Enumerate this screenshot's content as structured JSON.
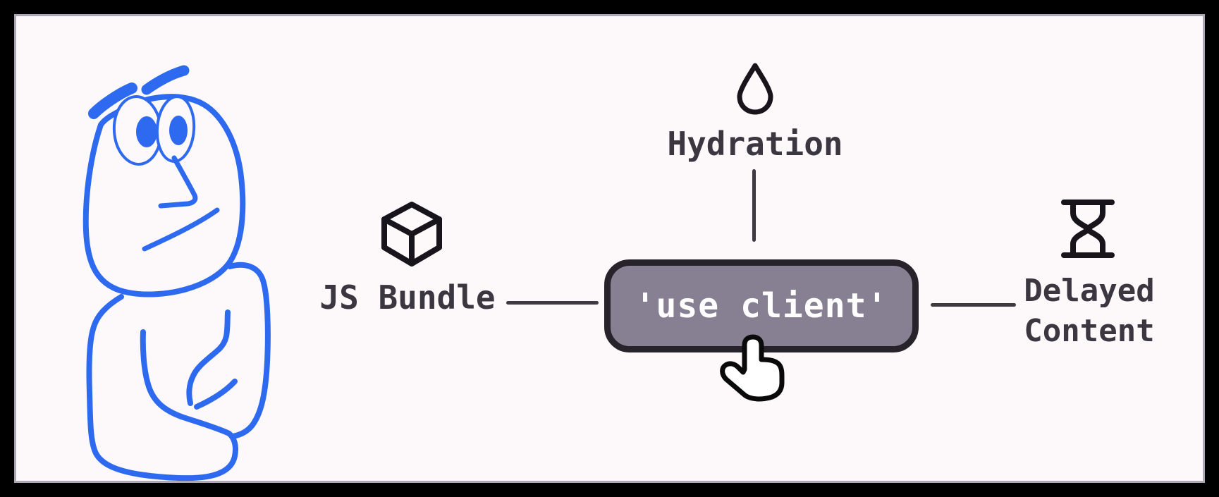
{
  "colors": {
    "frame": "#000000",
    "panel_background": "#FDF8F9",
    "panel_border": "#ADA7B3",
    "text_ink": "#3B3741",
    "icon_ink": "#17141C",
    "button_fill": "#877F92",
    "button_border": "#26232B",
    "button_text": "#FFFFFF",
    "character_blue": "#2E6AF0",
    "cursor_fill": "#FFFFFF",
    "cursor_outline": "#0A0A0A"
  },
  "diagram": {
    "button": {
      "label": "'use client'"
    },
    "top_node": {
      "label": "Hydration",
      "icon": "water-drop-icon"
    },
    "left_node": {
      "label": "JS Bundle",
      "icon": "cube-icon"
    },
    "right_node": {
      "label_line1": "Delayed",
      "label_line2": "Content",
      "icon": "hourglass-icon"
    },
    "cursor": {
      "icon": "pointer-hand-cursor"
    },
    "character": {
      "icon": "confused-thinking-figure"
    }
  }
}
